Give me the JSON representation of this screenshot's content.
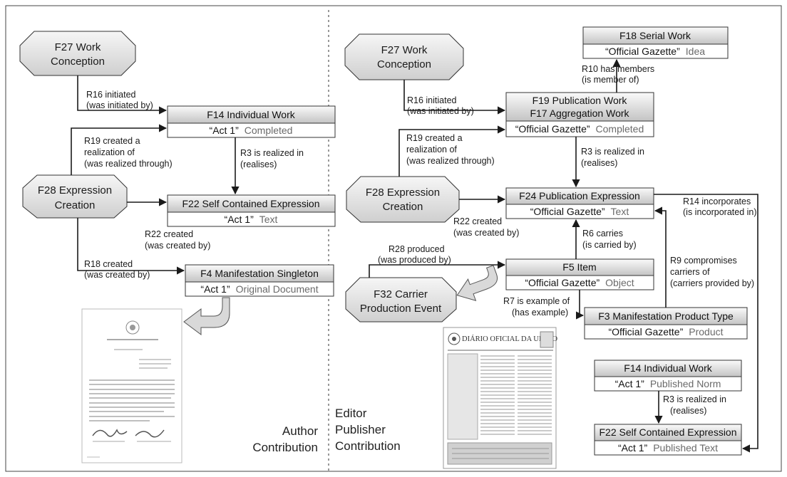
{
  "author": {
    "f27": [
      "F27 Work",
      "Conception"
    ],
    "f28": [
      "F28 Expression",
      "Creation"
    ],
    "r16": [
      "R16 initiated",
      "(was initiated by)"
    ],
    "r19": [
      "R19 created a",
      "realization of",
      "(was realized through)"
    ],
    "r3": [
      "R3 is realized in",
      "(realises)"
    ],
    "r22": [
      "R22 created",
      "(was created by)"
    ],
    "r18": [
      "R18 created",
      "(was created by)"
    ],
    "f14": {
      "header": "F14 Individual Work",
      "value": "“Act 1”",
      "type": "Completed"
    },
    "f22": {
      "header": "F22 Self Contained Expression",
      "value": "“Act 1”",
      "type": "Text"
    },
    "f4": {
      "header": "F4 Manifestation Singleton",
      "value": "“Act 1”",
      "type": "Original Document"
    },
    "contribution": [
      "Author",
      "Contribution"
    ]
  },
  "editor": {
    "f27": [
      "F27 Work",
      "Conception"
    ],
    "f28": [
      "F28 Expression",
      "Creation"
    ],
    "f32": [
      "F32 Carrier",
      "Production Event"
    ],
    "f18": {
      "header": "F18 Serial Work",
      "value": "“Official Gazette”",
      "type": "Idea"
    },
    "r10": [
      "R10 has members",
      "(is member of)"
    ],
    "f19": {
      "header1": "F19 Publication Work",
      "header2": "F17 Aggregation Work",
      "value": "“Official Gazette”",
      "type": "Completed"
    },
    "r16": [
      "R16 initiated",
      "(was initiated by)"
    ],
    "r19": [
      "R19 created a",
      "realization of",
      "(was realized through)"
    ],
    "r3": [
      "R3 is realized in",
      "(realises)"
    ],
    "f24": {
      "header": "F24 Publication Expression",
      "value": "“Official Gazette”",
      "type": "Text"
    },
    "r14": [
      "R14 incorporates",
      "(is incorporated in)"
    ],
    "r22": [
      "R22 created",
      "(was created by)"
    ],
    "r6": [
      "R6 carries",
      "(is carried by)"
    ],
    "r28": [
      "R28 produced",
      "(was produced by)"
    ],
    "f5": {
      "header": "F5 Item",
      "value": "“Official Gazette”",
      "type": "Object"
    },
    "r9": [
      "R9 compromises",
      "carriers of",
      "(carriers provided by)"
    ],
    "r7": [
      "R7 is example of",
      "(has example)"
    ],
    "f3": {
      "header": "F3 Manifestation Product Type",
      "value": "“Official Gazette”",
      "type": "Product"
    },
    "f14": {
      "header": "F14 Individual Work",
      "value": "“Act 1”",
      "type": "Published Norm"
    },
    "r3b": [
      "R3 is realized in",
      "(realises)"
    ],
    "f22": {
      "header": "F22 Self Contained Expression",
      "value": "“Act 1”",
      "type": "Published Text"
    },
    "contribution": [
      "Editor",
      "Publisher",
      "Contribution"
    ],
    "gazette_title": "DIÁRIO OFICIAL DA UNIÃO"
  }
}
